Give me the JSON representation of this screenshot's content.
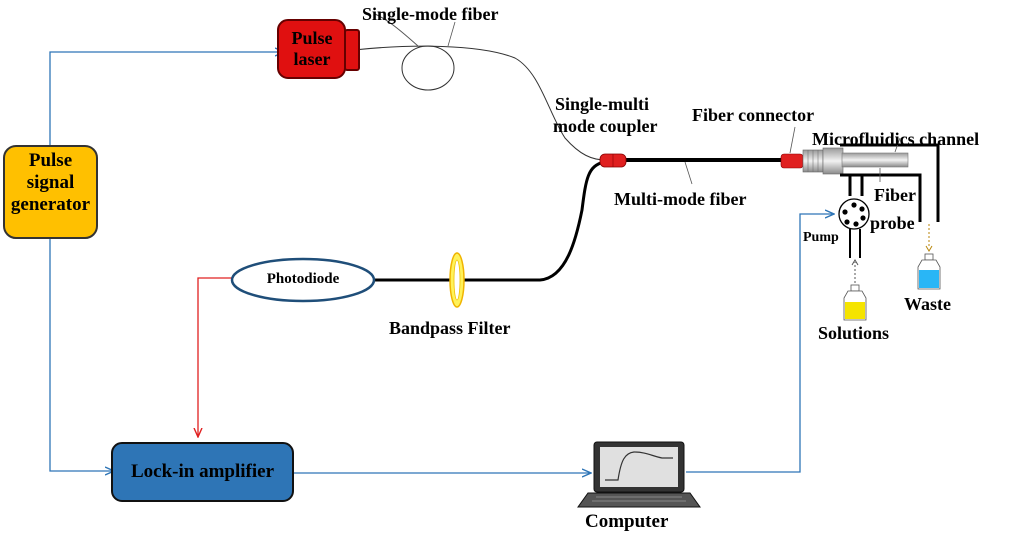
{
  "nodes": {
    "pulse_generator": "Pulse signal generator",
    "pulse_laser": "Pulse laser",
    "photodiode": "Photodiode",
    "lockin": "Lock-in amplifier",
    "computer": "Computer"
  },
  "labels": {
    "single_mode_fiber": "Single-mode fiber",
    "coupler_line1": "Single-multi",
    "coupler_line2": "mode coupler",
    "fiber_connector": "Fiber connector",
    "microfluidics": "Microfluidics channel",
    "multi_mode_fiber": "Multi-mode fiber",
    "fiber_probe_line1": "Fiber",
    "fiber_probe_line2": "probe",
    "pump": "Pump",
    "waste": "Waste",
    "solutions": "Solutions",
    "bandpass": "Bandpass Filter"
  },
  "colors": {
    "signal_arrow": "#2e75b6",
    "photodiode_arrow": "#e02020",
    "generator_fill": "#ffc000",
    "laser_fill": "#e01010",
    "lockin_fill": "#2e75b6",
    "photodiode_border": "#1f4e79",
    "solution_fill": "#f5e400",
    "waste_fill": "#29b6f6"
  }
}
